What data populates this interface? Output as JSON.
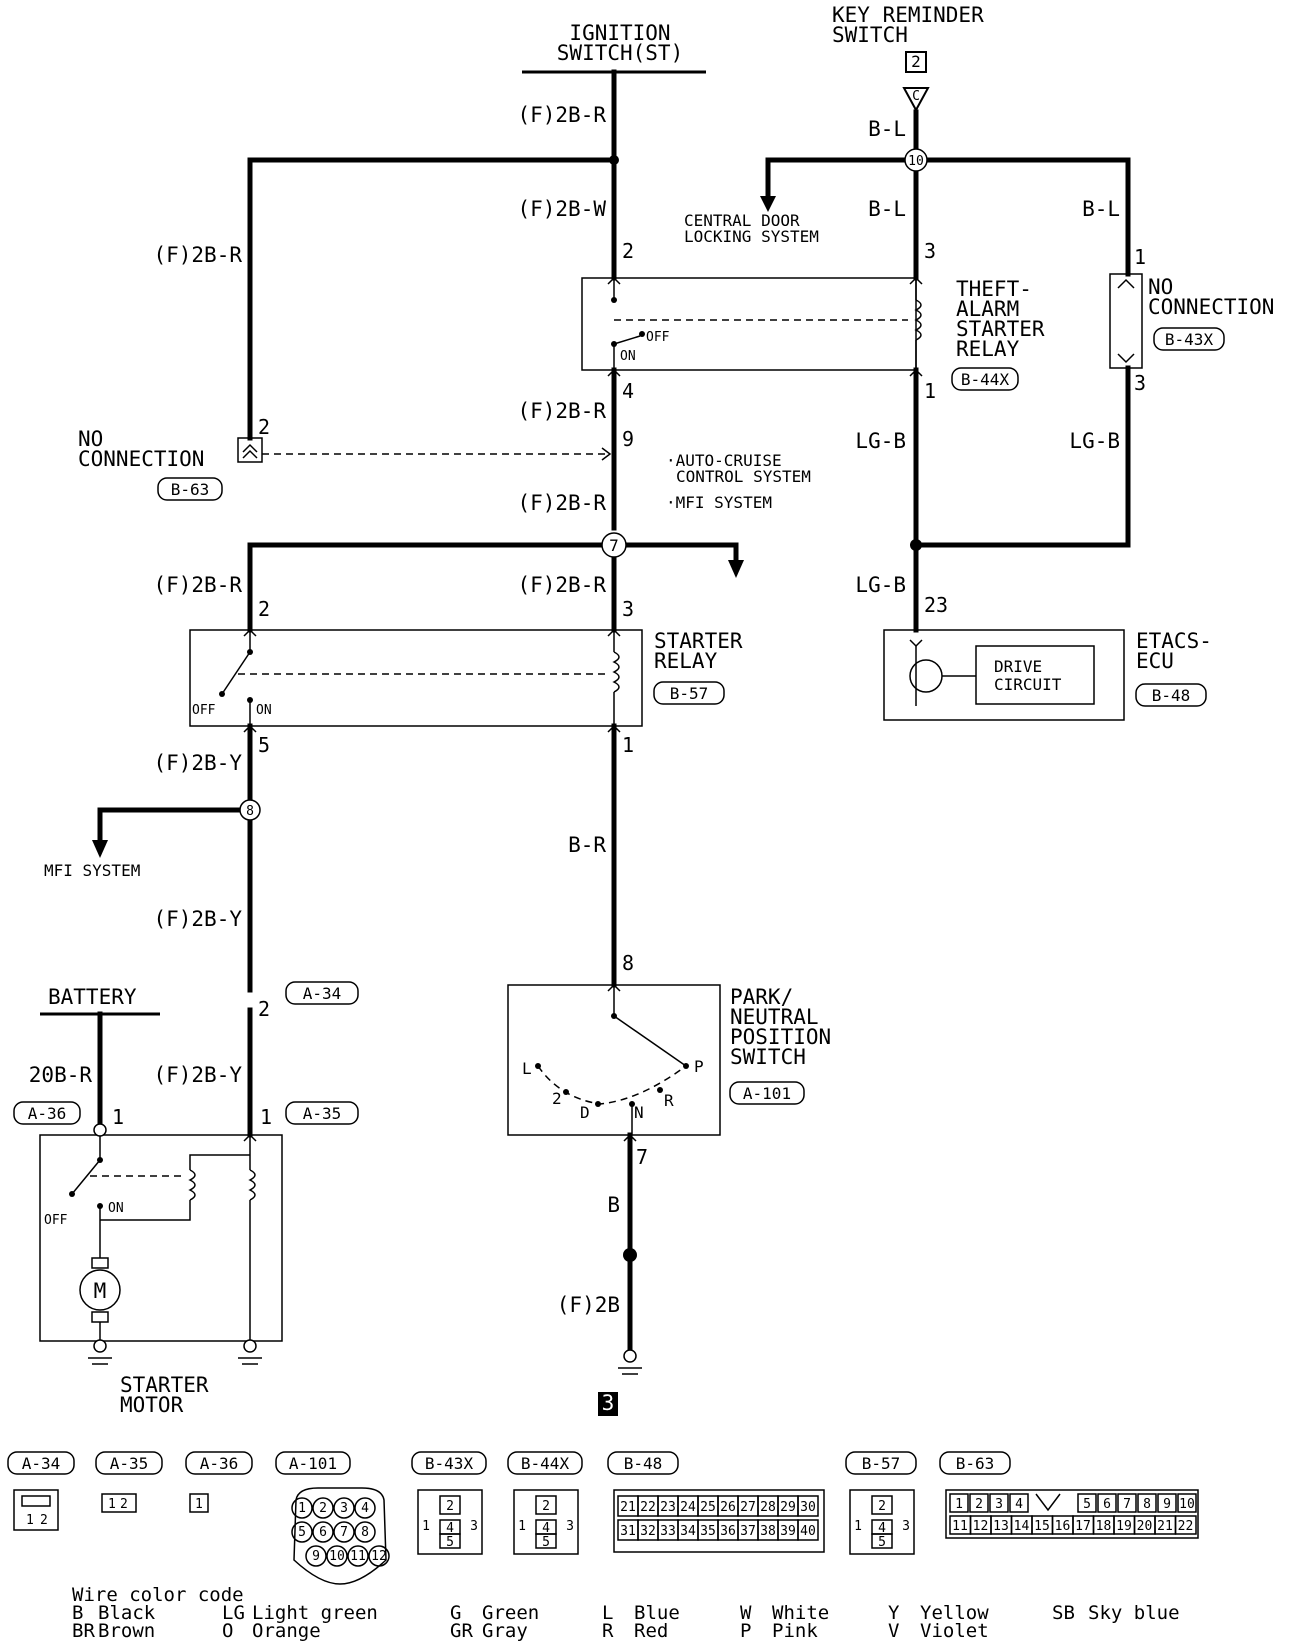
{
  "top": {
    "ignition_switch": [
      "IGNITION",
      "SWITCH(ST)"
    ],
    "key_reminder_switch": [
      "KEY REMINDER",
      "SWITCH"
    ],
    "key_reminder_box": "2",
    "key_reminder_conn": "C"
  },
  "wires": {
    "f2b_r": "(F)2B-R",
    "f2b_w": "(F)2B-W",
    "f2b_y": "(F)2B-Y",
    "f2b": "(F)2B",
    "b_l": "B-L",
    "lg_b": "LG-B",
    "b_r": "B-R",
    "b": "B",
    "twenty_b_r": "20B-R"
  },
  "junctions": {
    "j10": "10",
    "j7": "7",
    "j8": "8"
  },
  "pins": {
    "p1": "1",
    "p2": "2",
    "p3": "3",
    "p4": "4",
    "p5": "5",
    "p7": "7",
    "p8": "8",
    "p9": "9",
    "p23": "23"
  },
  "components": {
    "theft_relay": [
      "THEFT-",
      "ALARM",
      "STARTER",
      "RELAY"
    ],
    "theft_relay_conn": "B-44X",
    "no_connection_right": [
      "NO",
      "CONNECTION"
    ],
    "no_connection_right_conn": "B-43X",
    "no_connection_left": [
      "NO",
      "CONNECTION"
    ],
    "no_connection_left_conn": "B-63",
    "starter_relay": [
      "STARTER",
      "RELAY"
    ],
    "starter_relay_conn": "B-57",
    "etacs": [
      "ETACS-",
      "ECU"
    ],
    "etacs_conn": "B-48",
    "drive_circuit": [
      "DRIVE",
      "CIRCUIT"
    ],
    "park_neutral": [
      "PARK/",
      "NEUTRAL",
      "POSITION",
      "SWITCH"
    ],
    "park_neutral_conn": "A-101",
    "starter_motor": [
      "STARTER",
      "MOTOR"
    ],
    "battery": "BATTERY",
    "conn_a34": "A-34",
    "conn_a35": "A-35",
    "conn_a36": "A-36",
    "ground_ref": "3",
    "motor_symbol": "M"
  },
  "switch_labels": {
    "off": "OFF",
    "on": "ON"
  },
  "gear_labels": {
    "l": "L",
    "two": "2",
    "d": "D",
    "n": "N",
    "r": "R",
    "p": "P"
  },
  "destinations": {
    "central_door": [
      "CENTRAL DOOR",
      "LOCKING SYSTEM"
    ],
    "auto_cruise": [
      "·AUTO-CRUISE",
      "CONTROL SYSTEM"
    ],
    "mfi_top": "·MFI SYSTEM",
    "mfi_bottom": "MFI SYSTEM"
  },
  "connector_views": {
    "a34": "A-34",
    "a35": "A-35",
    "a36": "A-36",
    "a101": "A-101",
    "b43x": "B-43X",
    "b44x": "B-44X",
    "b48": "B-48",
    "b57": "B-57",
    "b63": "B-63",
    "a34_pins": [
      "1",
      "2"
    ],
    "a35_pins": [
      "1",
      "2"
    ],
    "a36_pins": [
      "1"
    ],
    "a101_pins": [
      "1",
      "2",
      "3",
      "4",
      "5",
      "6",
      "7",
      "8",
      "9",
      "10",
      "11",
      "12"
    ],
    "relay_pins": [
      "1",
      "2",
      "3",
      "4",
      "5"
    ],
    "b48_row1": [
      "21",
      "22",
      "23",
      "24",
      "25",
      "26",
      "27",
      "28",
      "29",
      "30"
    ],
    "b48_row2": [
      "31",
      "32",
      "33",
      "34",
      "35",
      "36",
      "37",
      "38",
      "39",
      "40"
    ],
    "b63_row1": [
      "1",
      "2",
      "3",
      "4",
      "5",
      "6",
      "7",
      "8",
      "9",
      "10"
    ],
    "b63_row2": [
      "11",
      "12",
      "13",
      "14",
      "15",
      "16",
      "17",
      "18",
      "19",
      "20",
      "21",
      "22"
    ]
  },
  "legend": {
    "title": "Wire color code",
    "items": [
      {
        "code": "B",
        "name": "Black"
      },
      {
        "code": "BR",
        "name": "Brown"
      },
      {
        "code": "LG",
        "name": "Light green"
      },
      {
        "code": "O",
        "name": "Orange"
      },
      {
        "code": "G",
        "name": "Green"
      },
      {
        "code": "GR",
        "name": "Gray"
      },
      {
        "code": "L",
        "name": "Blue"
      },
      {
        "code": "R",
        "name": "Red"
      },
      {
        "code": "W",
        "name": "White"
      },
      {
        "code": "P",
        "name": "Pink"
      },
      {
        "code": "Y",
        "name": "Yellow"
      },
      {
        "code": "V",
        "name": "Violet"
      },
      {
        "code": "SB",
        "name": "Sky blue"
      }
    ]
  }
}
